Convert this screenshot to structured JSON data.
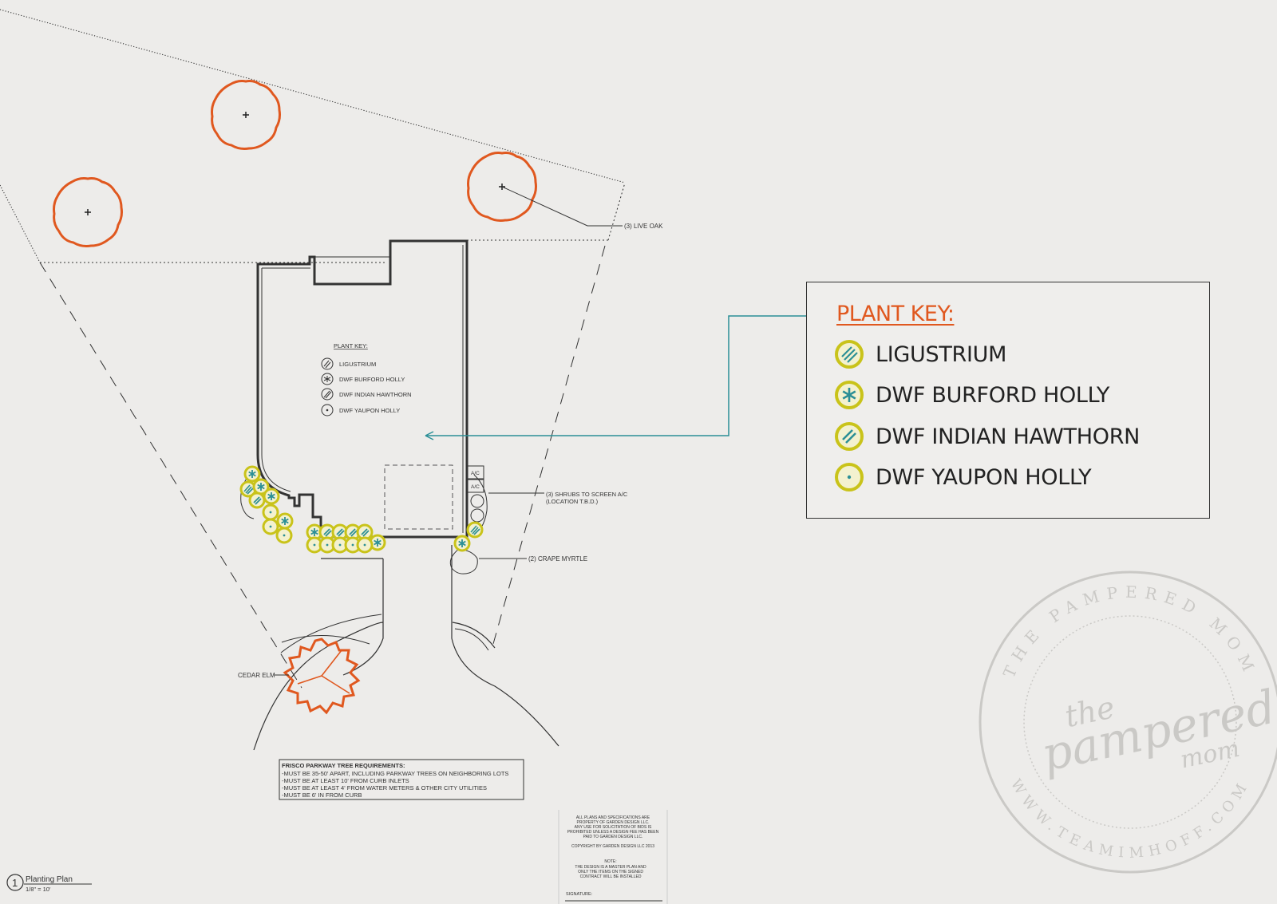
{
  "plan_labels": {
    "live_oak": "(3) LIVE OAK",
    "shrubs_screen": "(3) SHRUBS TO SCREEN A/C",
    "shrubs_location": "(LOCATION T.B.D.)",
    "crape_myrtle": "(2) CRAPE MYRTLE",
    "cedar_elm": "CEDAR ELM",
    "ac_1": "A/C",
    "ac_2": "A/C"
  },
  "mini_key": {
    "title": "PLANT KEY:",
    "items": [
      "LIGUSTRIUM",
      "DWF BURFORD HOLLY",
      "DWF INDIAN HAWTHORN",
      "DWF YAUPON HOLLY"
    ]
  },
  "parkway": {
    "title": "FRISCO PARKWAY TREE REQUIREMENTS:",
    "lines": [
      "-MUST BE 35-50' APART, INCLUDING PARKWAY TREES ON NEIGHBORING LOTS",
      "-MUST BE AT LEAST 10' FROM CURB INLETS",
      "-MUST BE AT LEAST 4' FROM WATER METERS & OTHER CITY UTILITIES",
      "-MUST BE 6' IN FROM CURB"
    ]
  },
  "notes": {
    "property": [
      "ALL PLANS AND SPECIFICATIONS ARE",
      "PROPERTY OF GARDEN DESIGN LLC.",
      "ANY USE FOR SOLICITATION OF BIDS IS",
      "PROHIBITED UNLESS A DESIGN FEE HAS BEEN",
      "PAID TO GARDEN DESIGN LLC."
    ],
    "copyright": "COPYRIGHT BY GARDEN DESIGN LLC 2013",
    "note_title": "NOTE:",
    "note_lines": [
      "THE DESIGN IS A MASTER PLAN AND",
      "ONLY THE ITEMS ON THE SIGNED",
      "CONTRACT WILL BE INSTALLED"
    ],
    "signature": "SIGNATURE:"
  },
  "title_block": {
    "number": "1",
    "title": "Planting Plan",
    "scale": "1/8\" = 10'"
  },
  "plant_key": {
    "title": "PLANT KEY:",
    "items": [
      {
        "label": "LIGUSTRIUM",
        "icon": "ligustrium-icon"
      },
      {
        "label": "DWF BURFORD HOLLY",
        "icon": "burford-holly-icon"
      },
      {
        "label": "DWF INDIAN HAWTHORN",
        "icon": "indian-hawthorn-icon"
      },
      {
        "label": "DWF YAUPON HOLLY",
        "icon": "yaupon-holly-icon"
      }
    ]
  },
  "watermark": {
    "ring_top": "THE PAMPERED MOM",
    "ring_bottom": "WWW.TEAMIMHOFF.COM",
    "word1": "the",
    "word2": "pampered",
    "word3": "mom"
  },
  "colors": {
    "tree_orange": "#e0581f",
    "shrub_ring": "#c9c31a",
    "shrub_mark": "#2b8f96",
    "callout_teal": "#2b8f96",
    "line": "#333333",
    "watermark": "#c5c3c0"
  }
}
